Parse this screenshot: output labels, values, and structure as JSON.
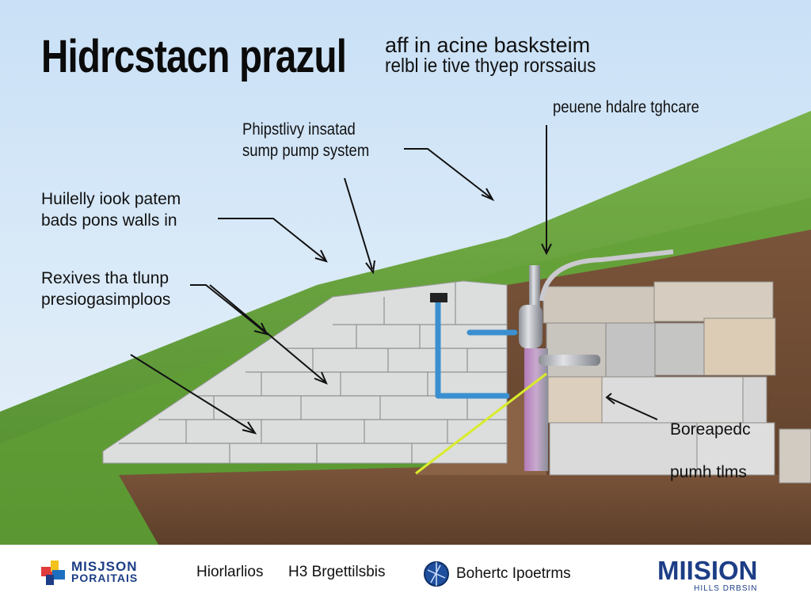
{
  "header": {
    "title": "Hidrcstacn prazul",
    "subtitle_line1": "aff in acine  basksteim",
    "subtitle_line2": "relbl ie tive thyep rorssaius"
  },
  "callouts": [
    {
      "id": "top-right",
      "lines": [
        "peuene hdalre tghcare"
      ]
    },
    {
      "id": "sump",
      "lines": [
        "Phipstlivy insatad",
        "sump pump system"
      ]
    },
    {
      "id": "walls",
      "lines": [
        "Huilelly iook patem",
        "bads pons walls in"
      ]
    },
    {
      "id": "relieves",
      "lines": [
        "Rexives tha tlunp",
        "presiogasimploos"
      ]
    },
    {
      "id": "stone",
      "lines": [
        "Boreapedc",
        "pumh tlms"
      ]
    }
  ],
  "footer": {
    "logo1": {
      "line1": "MISJSON",
      "line2": "PORAITAIS"
    },
    "text1": "Hiorlarlios",
    "text2": "H3 Brgettilsbis",
    "logo3": {
      "text": "Bohertc Ipoetrms"
    },
    "logo4": {
      "line1": "MIISION",
      "line2": "HILLS DRBSIN"
    }
  },
  "colors": {
    "sky_top": "#c9e0f6",
    "grass": "#5e9a3a",
    "soil": "#6e4a33",
    "block": "#d5d6d6",
    "blue_pipe": "#3a8fd0",
    "steel_pipe": "#b9bcc2",
    "yellow_line": "#d8ec2a",
    "brand_blue": "#1d3e86"
  }
}
